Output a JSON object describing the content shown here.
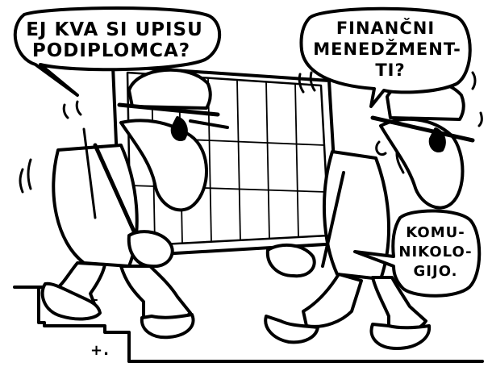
{
  "bubbles": {
    "left": {
      "line1": "EJ KVA SI UPISU",
      "line2": "PODIPLOMCA?"
    },
    "right_top": {
      "line1": "FINANČNI",
      "line2": "MENEDŽMENT-",
      "line3": "TI?"
    },
    "right_bottom": {
      "line1": "KOMU-",
      "line2": "NIKOLO-",
      "line3": "GIJO."
    }
  },
  "signature": "+.",
  "colors": {
    "ink": "#000000",
    "paper": "#ffffff"
  }
}
